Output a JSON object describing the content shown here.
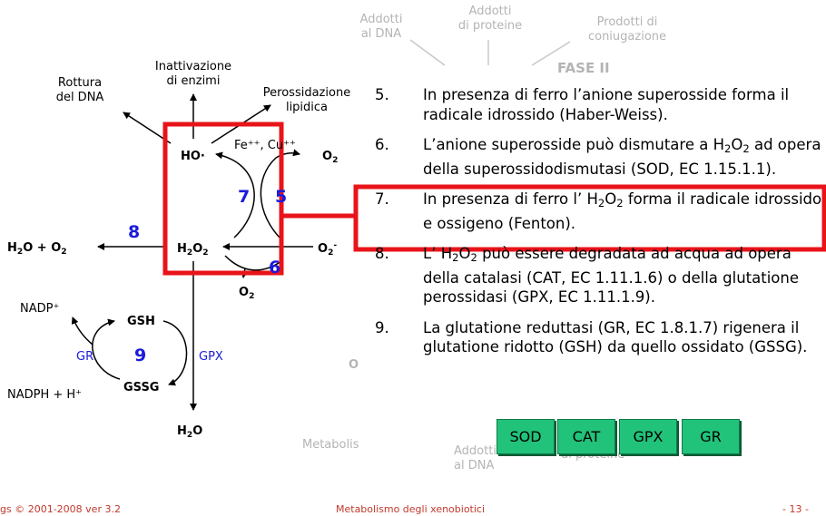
{
  "background_labels": {
    "addotti_dna": "Addotti\nal DNA",
    "addotti_proteine": "Addotti\ndi proteine",
    "prodotti_coniugazione": "Prodotti di\nconiugazione",
    "fase": "FASE II",
    "o_partial": "O",
    "metabolismo_partial": "Metabolis",
    "addotti_bottom_1": "Addotti\nal DNA",
    "addotti_bottom_2": "di proteine"
  },
  "diagram": {
    "rottura_dna": "Rottura\ndel DNA",
    "inattivazione": "Inattivazione\ndi enzimi",
    "perossidazione": "Perossidazione\nlipidica",
    "fe_cu": "Fe⁺⁺, Cu⁺⁺",
    "nadp": "NADP⁺",
    "nadph": "NADPH + H⁺",
    "gr": "GR",
    "gpx": "GPX",
    "gsh": "GSH",
    "gssg": "GSSG",
    "num_5": "5",
    "num_6": "6",
    "num_7": "7",
    "num_8": "8",
    "num_9": "9"
  },
  "steps": [
    {
      "number": "5.",
      "text": "In presenza di ferro l’anione superosside forma il radicale idrossido (Haber-Weiss)."
    },
    {
      "number": "6.",
      "text": "L’anione superosside può dismutare a H2O2 ad opera della superossidodismutasi (SOD, EC 1.15.1.1)."
    },
    {
      "number": "7.",
      "text": "In presenza di ferro l’ H2O2 forma il radicale idrossido e ossigeno (Fenton)."
    },
    {
      "number": "8.",
      "text": "L’ H2O2 può essere degradata ad acqua ad opera della catalasi (CAT, EC 1.11.1.6) o della glutatione perossidasi (GPX, EC 1.11.1.9)."
    },
    {
      "number": "9.",
      "text": "La glutatione reduttasi (GR, EC 1.8.1.7) rigenera il glutatione ridotto (GSH) da quello ossidato (GSSG)."
    }
  ],
  "enzymes": [
    "SOD",
    "CAT",
    "GPX",
    "GR"
  ],
  "footer": {
    "left": "gs © 2001-2008 ver 3.2",
    "center": "Metabolismo degli xenobiotici",
    "right": "- 13 -"
  },
  "colors": {
    "highlight": "#e8141a",
    "number_blue": "#1a1adc",
    "enzyme_green": "#21c37a",
    "footer_red": "#c0392b",
    "ghost_gray": "#b4b4b4"
  }
}
